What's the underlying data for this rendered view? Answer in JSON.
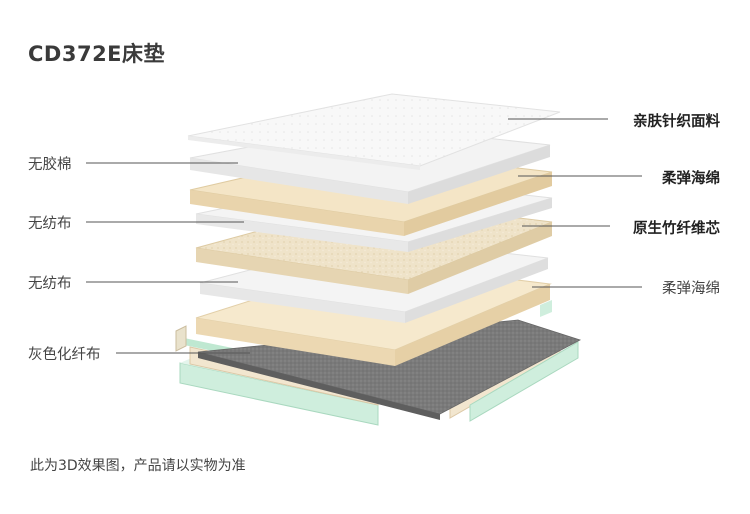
{
  "title": "CD372E床垫",
  "footnote": "此为3D效果图，产品请以实物为准",
  "labels": {
    "left": [
      {
        "text": "无胶棉",
        "bold": false
      },
      {
        "text": "无纺布",
        "bold": false
      },
      {
        "text": "无纺布",
        "bold": false
      },
      {
        "text": "灰色化纤布",
        "bold": false
      }
    ],
    "right": [
      {
        "text": "亲肤针织面料",
        "bold": true
      },
      {
        "text": "柔弹海绵",
        "bold": true
      },
      {
        "text": "原生竹纤维芯",
        "bold": true
      },
      {
        "text": "柔弹海绵",
        "bold": false
      }
    ]
  },
  "colors": {
    "knit": "#f7f7f7",
    "white_layer": "#f2f2f2",
    "foam": "#f3e4c4",
    "bamboo": "#efe2c8",
    "gray_fabric": "#7b7b7b",
    "frame_green": "#c6ead6",
    "line": "#555555"
  }
}
